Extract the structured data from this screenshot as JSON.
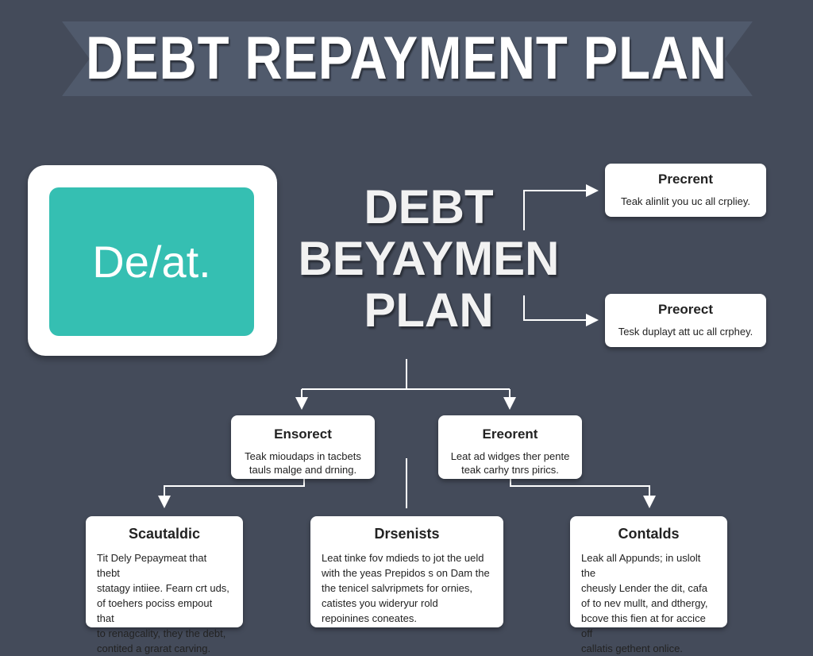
{
  "banner": {
    "title": "DEBT REPAYMENT PLAN"
  },
  "feature_box": {
    "label": "De/at.",
    "color": "#35bfb2"
  },
  "center_title": {
    "lines": [
      "DEBT",
      "BEYAYMEN",
      "PLAN"
    ]
  },
  "right_cards": [
    {
      "title": "Precrent",
      "text": "Teak alinlit you uc all crpliey."
    },
    {
      "title": "Preorect",
      "text": "Tesk duplayt att uc all crphey."
    }
  ],
  "middle_cards": [
    {
      "title": "Ensorect",
      "lines": [
        "Teak mioudaps in tacbets",
        "tauls malge and drning."
      ]
    },
    {
      "title": "Ereorent",
      "lines": [
        "Leat ad widges ther pente",
        "teak carhy tnrs pirics."
      ]
    }
  ],
  "bottom_cards": [
    {
      "title": "Scautaldic",
      "lines": [
        "Tit Dely Pepaymeat that thebt",
        "statagy intiiee. Fearn crt uds,",
        "of toehers pociss empout that",
        "to renagcality, they the debt,",
        "contited a grarat carving."
      ]
    },
    {
      "title": "Drsenists",
      "lines": [
        "Leat tinke fov mdieds to jot the ueld",
        "with the yeas Prepidos s on Dam the",
        "the tenicel salvripmets for ornies,",
        "catistes you wideryur rold",
        "repoinines coneates."
      ]
    },
    {
      "title": "Contalds",
      "lines": [
        "Leak all Appunds; in uslolt the",
        "cheusly Lender the dit, cafa",
        "of to nev mullt, and dthergy,",
        "bcove this fien at for accice off",
        "callatis gethent onlice."
      ]
    }
  ]
}
